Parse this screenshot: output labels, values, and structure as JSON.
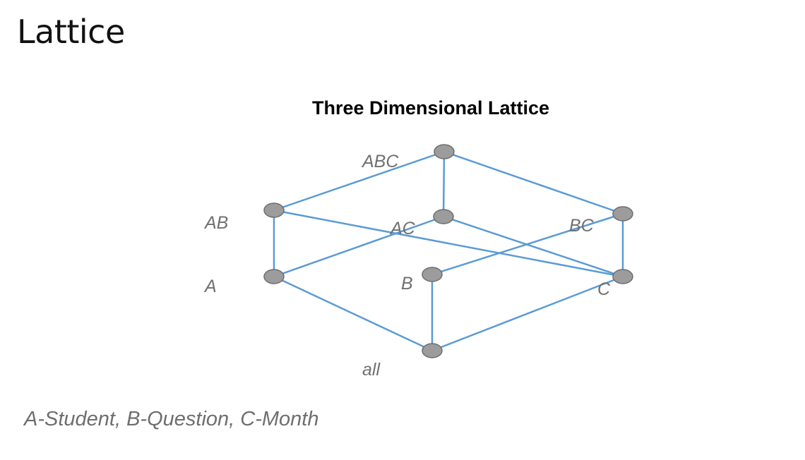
{
  "slide": {
    "title": "Lattice",
    "diagram_title": "Three Dimensional Lattice",
    "footnote": "A-Student, B-Question, C-Month"
  },
  "lattice": {
    "nodes": [
      {
        "id": "ABC",
        "label": "ABC"
      },
      {
        "id": "AB",
        "label": "AB"
      },
      {
        "id": "AC",
        "label": "AC"
      },
      {
        "id": "BC",
        "label": "BC"
      },
      {
        "id": "A",
        "label": "A"
      },
      {
        "id": "B",
        "label": "B"
      },
      {
        "id": "C",
        "label": "C"
      },
      {
        "id": "all",
        "label": "all"
      }
    ],
    "edges": [
      [
        "ABC",
        "AB"
      ],
      [
        "ABC",
        "AC"
      ],
      [
        "ABC",
        "BC"
      ],
      [
        "AB",
        "A"
      ],
      [
        "AB",
        "C"
      ],
      [
        "AC",
        "A"
      ],
      [
        "AC",
        "C"
      ],
      [
        "BC",
        "B"
      ],
      [
        "BC",
        "C"
      ],
      [
        "A",
        "all"
      ],
      [
        "B",
        "all"
      ],
      [
        "C",
        "all"
      ]
    ],
    "colors": {
      "edge": "#5b9bd5",
      "node_fill": "#9c9c9c",
      "label": "#707070"
    }
  }
}
